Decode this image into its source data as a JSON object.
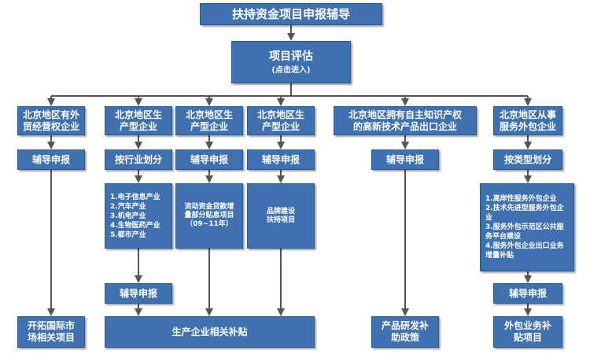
{
  "title": "扶持资金项目申报辅导",
  "eval": {
    "label": "项目评估",
    "sub": "(点击进入)"
  },
  "categories": [
    "北京地区有外贸经营权企业",
    "北京地区生产型企业",
    "北京地区生产型企业",
    "北京地区生产型企业",
    "北京地区拥有自主知识产权的高新技术产品出口企业",
    "北京地区从事服务外包企业"
  ],
  "steps": {
    "guide": "辅导申报",
    "by_industry": "按行业划分",
    "by_type": "按类型划分"
  },
  "industry_list": [
    "1.电子信息产业",
    "2.汽车产业",
    "3.机电产业",
    "4.生物医药产业",
    "5.都市产业"
  ],
  "loan_text": "流动资金贷款增量部分贴息项目（09~11年）",
  "brand_text": "品牌建设扶持项目",
  "outsourcing_list": [
    "1.离岸性服务外包企业",
    "2.技术先进型服务外包企业",
    "3.服务外包示范区公共服务平台建设",
    "4.服务外包企业出口业务增量补贴"
  ],
  "results": {
    "market": "开拓国际市场相关项目",
    "production": "生产企业相关补贴",
    "rd": "产品研发补助政策",
    "outsource": "外包业务补贴项目"
  }
}
